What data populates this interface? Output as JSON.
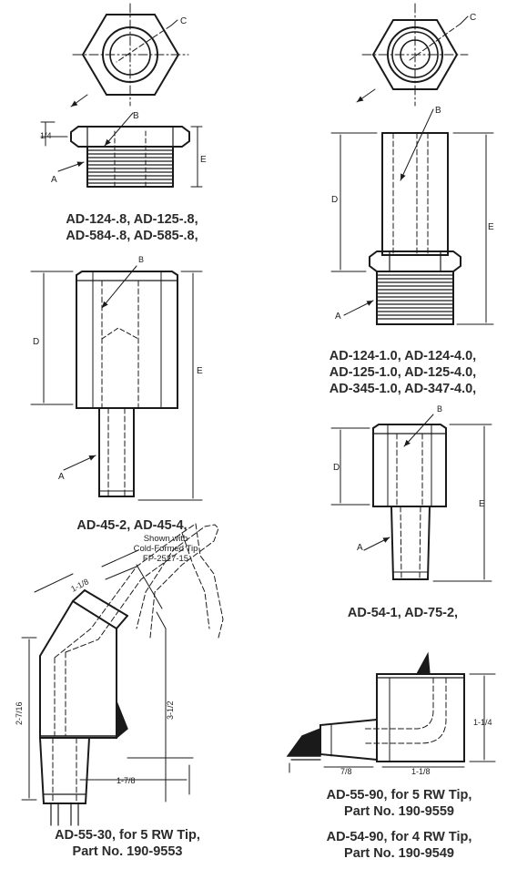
{
  "colors": {
    "ink": "#1a1a1a",
    "caption": "#2b2b2b",
    "paper": "#ffffff"
  },
  "captions": {
    "left_1": [
      "AD-124-.8, AD-125-.8,",
      "AD-584-.8, AD-585-.8,"
    ],
    "left_2": [
      "AD-45-2, AD-45-4,"
    ],
    "left_3": [
      "AD-55-30, for 5 RW Tip,",
      "Part No. 190-9553"
    ],
    "right_1": [
      "AD-124-1.0, AD-124-4.0,",
      "AD-125-1.0, AD-125-4.0,",
      "AD-345-1.0, AD-347-4.0,"
    ],
    "right_2": [
      "AD-54-1, AD-75-2,"
    ],
    "right_3": [
      "AD-55-90, for 5 RW Tip,",
      "Part No. 190-9559"
    ],
    "right_4": [
      "AD-54-90, for 4 RW Tip,",
      "Part No. 190-9549"
    ]
  },
  "labels": {
    "a": "A",
    "b": "B",
    "c": "C",
    "d": "D",
    "e": "E",
    "quarter": "1/4",
    "shown_with": [
      "Shown with",
      "Cold-Formed Tip",
      "FP-2527-15"
    ],
    "dim_1_1_8": "1-1/8",
    "dim_2_7_16": "2-7/16",
    "dim_3_1_2": "3-1/2",
    "dim_1_7_8": "1-7/8",
    "dim_1_1_4": "1-1/4",
    "dim_7_8": "7/8",
    "dim_1_1_8b": "1-1/8"
  }
}
